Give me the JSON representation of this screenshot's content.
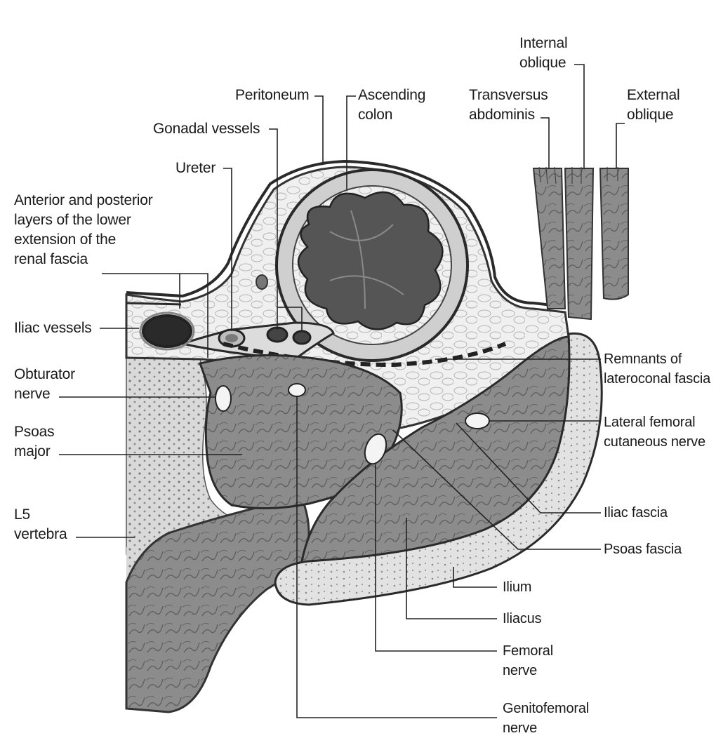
{
  "labels": {
    "internal_oblique": "Internal\noblique",
    "peritoneum": "Peritoneum",
    "ascending_colon": "Ascending\ncolon",
    "transversus_abdominis": "Transversus\nabdominis",
    "external_oblique": "External\noblique",
    "gonadal_vessels": "Gonadal vessels",
    "ureter": "Ureter",
    "renal_fascia": "Anterior and posterior\nlayers of the lower\nextension of the\nrenal fascia",
    "iliac_vessels": "Iliac vessels",
    "obturator_nerve": "Obturator\nnerve",
    "psoas_major": "Psoas\nmajor",
    "l5_vertebra": "L5\nvertebra",
    "lateroconal_fascia": "Remnants of\nlateroconal fascia",
    "lateral_femoral_cutaneous_nerve": "Lateral femoral\ncutaneous nerve",
    "iliac_fascia": "Iliac fascia",
    "psoas_fascia": "Psoas fascia",
    "ilium": "Ilium",
    "iliacus": "Iliacus",
    "femoral_nerve": "Femoral\nnerve",
    "genitofemoral_nerve": "Genitofemoral\nnerve"
  }
}
